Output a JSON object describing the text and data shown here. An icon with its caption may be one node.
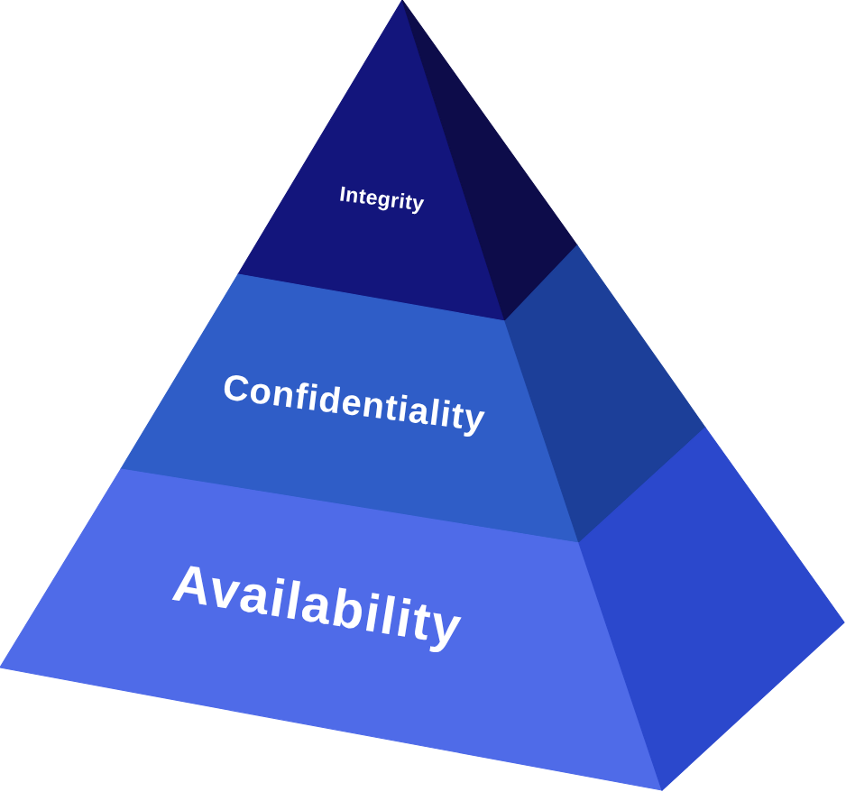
{
  "diagram": {
    "nodes": [
      {
        "text": [
          "Integrity"
        ]
      },
      {
        "text": [
          "Confidentiality"
        ]
      },
      {
        "text": [
          "Availability"
        ]
      }
    ]
  }
}
